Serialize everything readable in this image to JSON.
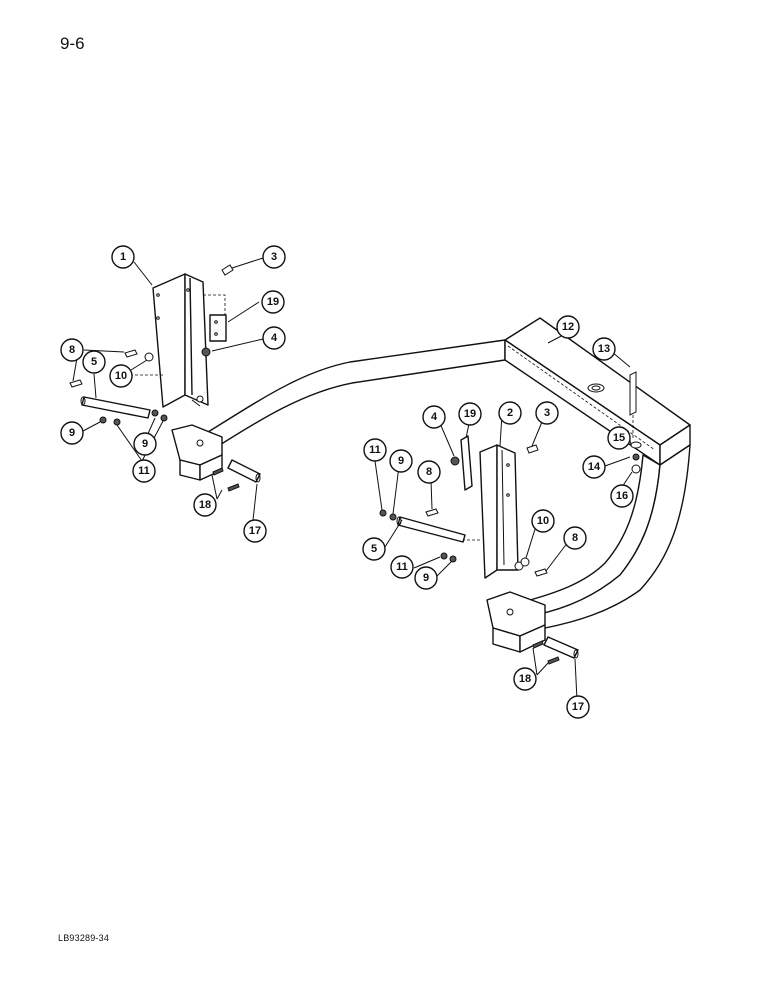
{
  "page_number": "9-6",
  "reference_code": "LB93289-34",
  "callouts": [
    {
      "label": "1"
    },
    {
      "label": "3"
    },
    {
      "label": "19"
    },
    {
      "label": "4"
    },
    {
      "label": "8"
    },
    {
      "label": "5"
    },
    {
      "label": "10"
    },
    {
      "label": "9"
    },
    {
      "label": "9"
    },
    {
      "label": "11"
    },
    {
      "label": "18"
    },
    {
      "label": "17"
    },
    {
      "label": "12"
    },
    {
      "label": "13"
    },
    {
      "label": "4"
    },
    {
      "label": "19"
    },
    {
      "label": "2"
    },
    {
      "label": "3"
    },
    {
      "label": "15"
    },
    {
      "label": "14"
    },
    {
      "label": "16"
    },
    {
      "label": "11"
    },
    {
      "label": "9"
    },
    {
      "label": "8"
    },
    {
      "label": "10"
    },
    {
      "label": "5"
    },
    {
      "label": "8"
    },
    {
      "label": "11"
    },
    {
      "label": "9"
    },
    {
      "label": "18"
    },
    {
      "label": "17"
    }
  ]
}
